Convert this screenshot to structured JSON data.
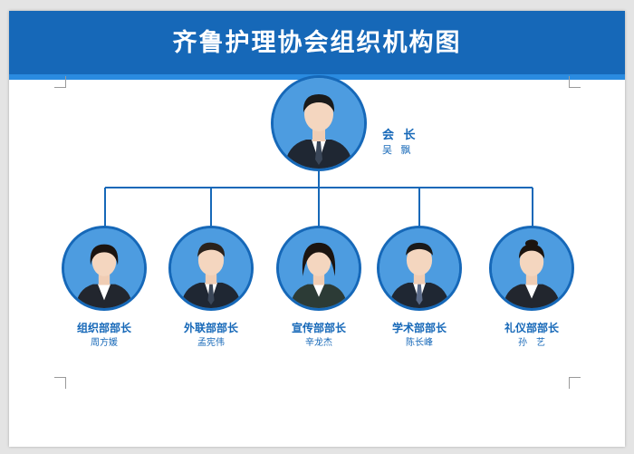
{
  "title": "齐鲁护理协会组织机构图",
  "president": {
    "role": "会 长",
    "name": "吴 飘"
  },
  "departments": [
    {
      "role": "组织部部长",
      "name": "周方媛"
    },
    {
      "role": "外联部部长",
      "name": "孟宪伟"
    },
    {
      "role": "宣传部部长",
      "name": "辛龙杰"
    },
    {
      "role": "学术部部长",
      "name": "陈长峰"
    },
    {
      "role": "礼仪部部长",
      "name": "孙　艺"
    }
  ],
  "colors": {
    "primary": "#1668b8",
    "photo_bg": "#4d9ce0",
    "page": "#ffffff",
    "backdrop": "#e4e4e4"
  }
}
